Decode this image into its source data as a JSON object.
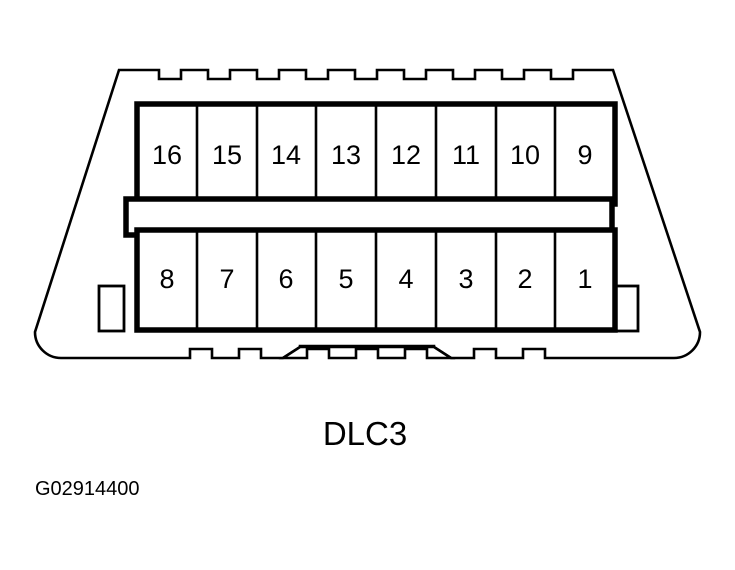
{
  "figure": {
    "title": "DLC3",
    "drawing_code": "G02914400",
    "connector": {
      "name": "DLC3",
      "type": "16-pin data link connector",
      "pin_count": 16,
      "rows": [
        {
          "row_name": "top-row",
          "pins": [
            "16",
            "15",
            "14",
            "13",
            "12",
            "11",
            "10",
            "9"
          ]
        },
        {
          "row_name": "bottom-row",
          "pins": [
            "8",
            "7",
            "6",
            "5",
            "4",
            "3",
            "2",
            "1"
          ]
        }
      ],
      "features": [
        "serrated-top-edge",
        "serrated-bottom-edge",
        "center-keyway-bump",
        "left-latch-tab",
        "right-latch-tab",
        "center-divider-bar"
      ]
    },
    "colors": {
      "line": "#000000",
      "fill": "#ffffff",
      "background": "#ffffff"
    }
  }
}
